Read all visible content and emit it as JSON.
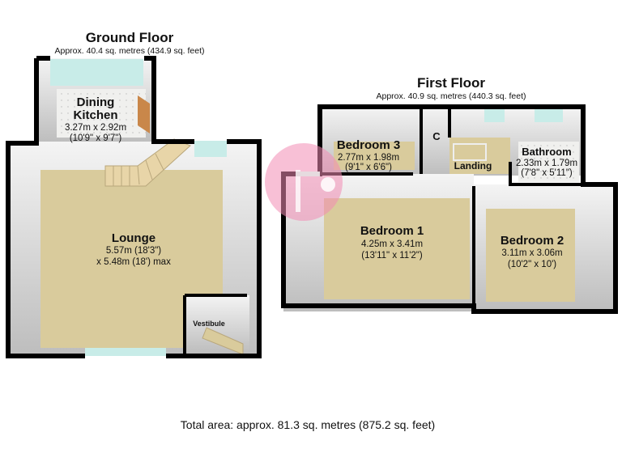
{
  "ground_floor": {
    "title": "Ground Floor",
    "area": "Approx. 40.4 sq. metres (434.9 sq. feet)",
    "rooms": [
      {
        "name_line1": "Dining",
        "name_line2": "Kitchen",
        "dim_m": "3.27m x 2.92m",
        "dim_ft": "(10'9\" x 9'7\")"
      },
      {
        "name": "Lounge",
        "dim_line1": "5.57m (18'3\")",
        "dim_line2": "x 5.48m (18') max"
      },
      {
        "name": "Vestibule"
      }
    ]
  },
  "first_floor": {
    "title": "First Floor",
    "area": "Approx. 40.9 sq. metres (440.3 sq. feet)",
    "rooms": [
      {
        "name": "Bedroom 3",
        "dim_m": "2.77m x 1.98m",
        "dim_ft": "(9'1\" x 6'6\")"
      },
      {
        "name": "C"
      },
      {
        "name": "Landing"
      },
      {
        "name": "Bathroom",
        "dim_m": "2.33m x 1.79m",
        "dim_ft": "(7'8\" x 5'11\")"
      },
      {
        "name": "Bedroom 1",
        "dim_m": "4.25m x 3.41m",
        "dim_ft": "(13'11\" x 11'2\")"
      },
      {
        "name": "Bedroom 2",
        "dim_m": "3.11m x 3.06m",
        "dim_ft": "(10'2\" x 10')"
      }
    ]
  },
  "total_area": "Total area: approx. 81.3 sq. metres (875.2 sq. feet)",
  "colors": {
    "wall": "#000000",
    "carpet": "#d9cb9c",
    "window": "#c8ece8",
    "watermark": "#f28db4"
  }
}
